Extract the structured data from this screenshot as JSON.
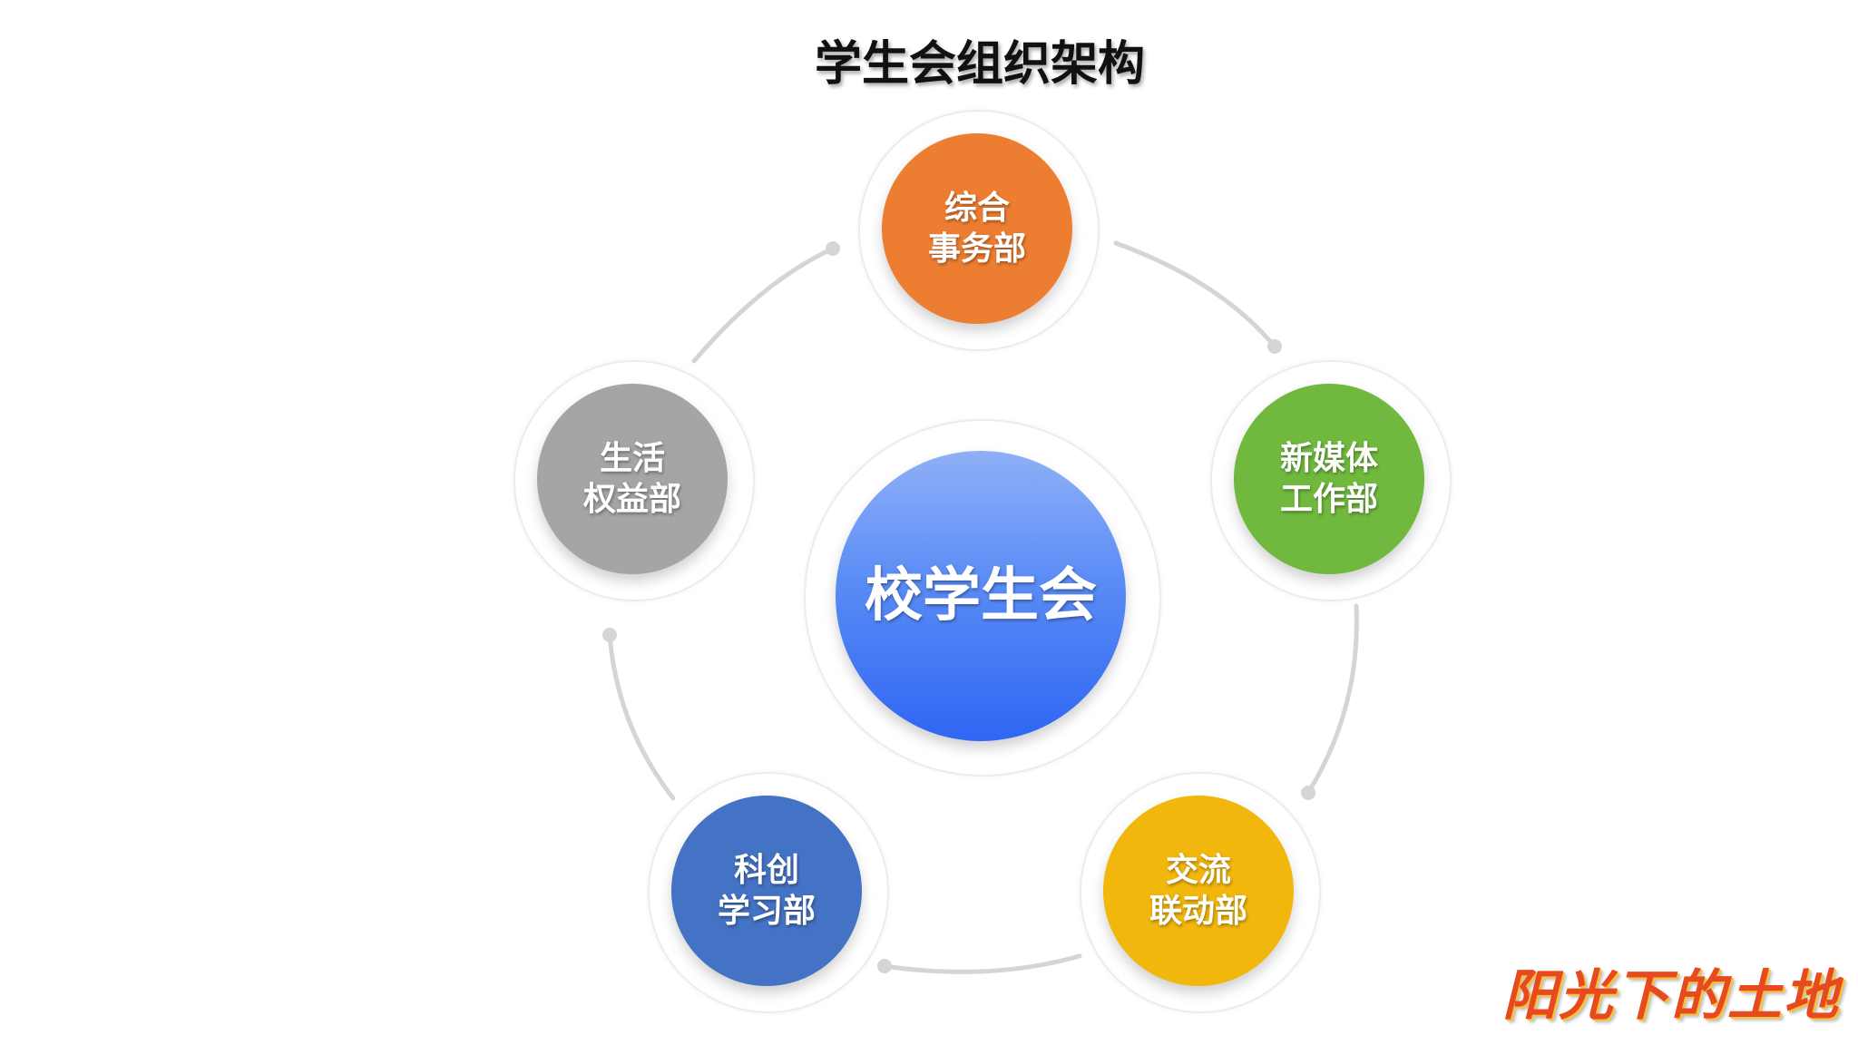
{
  "title": "学生会组织架构",
  "center": {
    "label": "校学生会",
    "color": "#3d74f4"
  },
  "departments": [
    {
      "line1": "综合",
      "line2": "事务部",
      "color": "#ed7d31"
    },
    {
      "line1": "新媒体",
      "line2": "工作部",
      "color": "#70b93e"
    },
    {
      "line1": "交流",
      "line2": "联动部",
      "color": "#f2b70c"
    },
    {
      "line1": "科创",
      "line2": "学习部",
      "color": "#4472c4"
    },
    {
      "line1": "生活",
      "line2": "权益部",
      "color": "#a5a5a5"
    }
  ],
  "connector_color": "#d5d5d5",
  "watermark": "阳光下的土地"
}
